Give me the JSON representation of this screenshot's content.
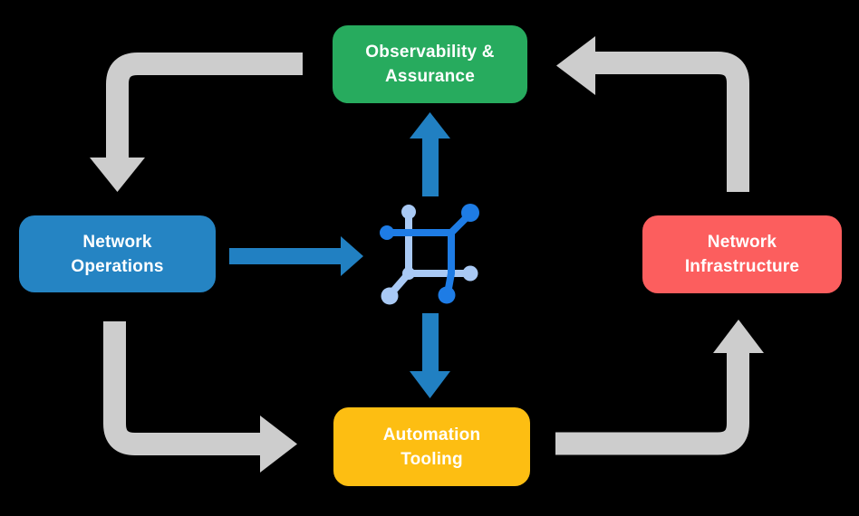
{
  "diagram": {
    "nodes": {
      "observability": {
        "label": "Observability &\nAssurance"
      },
      "operations": {
        "label": "Network\nOperations"
      },
      "infrastructure": {
        "label": "Network\nInfrastructure"
      },
      "automation": {
        "label": "Automation\nTooling"
      }
    },
    "center_icon": "network-mesh-icon",
    "flows": [
      {
        "from": "observability",
        "to": "operations",
        "style": "gray-cycle"
      },
      {
        "from": "operations",
        "to": "automation",
        "style": "gray-cycle"
      },
      {
        "from": "automation",
        "to": "infrastructure",
        "style": "gray-cycle"
      },
      {
        "from": "infrastructure",
        "to": "observability",
        "style": "gray-cycle"
      },
      {
        "from": "operations",
        "to": "center-icon",
        "style": "blue"
      },
      {
        "from": "center-icon",
        "to": "observability",
        "style": "blue"
      },
      {
        "from": "center-icon",
        "to": "automation",
        "style": "blue"
      }
    ]
  },
  "colors": {
    "background": "#000000",
    "text": "#ffffff",
    "box_green": "#27ab5e",
    "box_blue": "#2584c3",
    "box_red": "#fc5e5e",
    "box_yellow": "#fdbe12",
    "arrow_gray": "#cdcdcd",
    "arrow_blue": "#2180c2",
    "icon_dark_blue": "#1e7ce5",
    "icon_light_blue": "#a9c9f4"
  }
}
